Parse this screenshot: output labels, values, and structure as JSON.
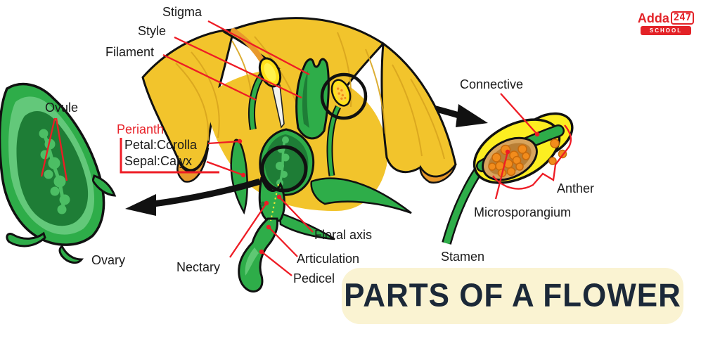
{
  "header": {
    "logo": {
      "brand": "Adda",
      "number": "247",
      "tagline": "SCHOOL"
    }
  },
  "title_banner": {
    "text": "PARTS OF A FLOWER"
  },
  "diagram": {
    "labels": {
      "stigma": "Stigma",
      "style": "Style",
      "filament": "Filament",
      "ovule": "Ovule",
      "perianth": "Perianth",
      "petal_corolla": "Petal:Corolla",
      "sepal_calyx": "Sepal:Calyx",
      "ovary": "Ovary",
      "nectary": "Nectary",
      "floral_axis": "Floral axis",
      "articulation": "Articulation",
      "pedicel": "Pedicel",
      "connective": "Connective",
      "anther": "Anther",
      "microsporangium": "Microsporangium",
      "stamen": "Stamen"
    },
    "colors": {
      "petal_yellow": "#f2c42c",
      "petal_shadow": "#e8992b",
      "leaf_green": "#2ead49",
      "leaf_green_light": "#5fc873",
      "leaf_green_dark": "#1e7d36",
      "ovule_green": "#4cbe64",
      "anther_yellow": "#fcee21",
      "pollen_orange": "#f28c1c",
      "pouch_tan": "#d8a45c",
      "leader_red": "#ee1c25",
      "label_black": "#1a1a1a",
      "banner_bg": "#faf3d2",
      "banner_text": "#1b2838",
      "brand_red": "#e32227"
    }
  }
}
